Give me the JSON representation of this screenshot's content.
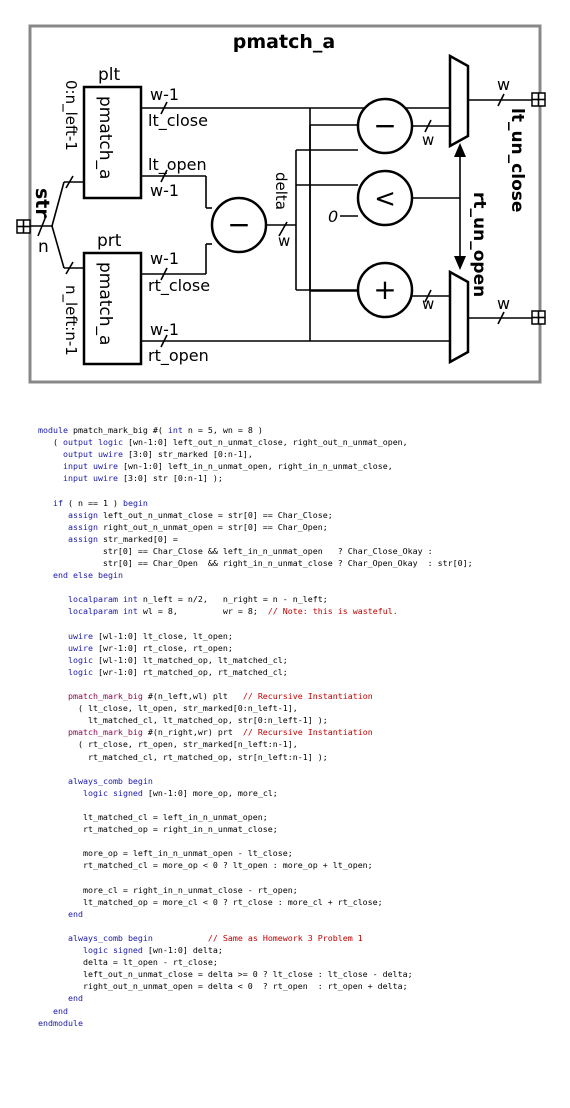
{
  "diagram": {
    "title": "pmatch_a",
    "left_port": "str",
    "left_port_width": "n",
    "plt_label": "plt",
    "prt_label": "prt",
    "submodule_top": "pmatch_a",
    "submodule_bottom": "pmatch_a",
    "slice_top": "0:n_left-1",
    "slice_bottom": "n_left:n-1",
    "lt_close": "lt_close",
    "lt_open": "lt_open",
    "rt_close": "rt_close",
    "rt_open": "rt_open",
    "w_minus_1": "w-1",
    "w": "w",
    "delta": "delta",
    "zero": "0",
    "op_minus": "−",
    "op_lt": "<",
    "op_plus": "+",
    "out_top": "lt_un_close",
    "out_bottom": "rt_un_open"
  },
  "code_lines": [
    "module pmatch_mark_big #( int n = 5, wn = 8 )",
    "   ( output logic [wn-1:0] left_out_n_unmat_close, right_out_n_unmat_open,",
    "     output uwire [3:0] str_marked [0:n-1],",
    "     input uwire [wn-1:0] left_in_n_unmat_open, right_in_n_unmat_close,",
    "     input uwire [3:0] str [0:n-1] );",
    "",
    "   if ( n == 1 ) begin",
    "      assign left_out_n_unmat_close = str[0] == Char_Close;",
    "      assign right_out_n_unmat_open = str[0] == Char_Open;",
    "      assign str_marked[0] =",
    "             str[0] == Char_Close && left_in_n_unmat_open   ? Char_Close_Okay :",
    "             str[0] == Char_Open  && right_in_n_unmat_close ? Char_Open_Okay  : str[0];",
    "   end else begin",
    "",
    "      localparam int n_left = n/2,   n_right = n - n_left;",
    "      localparam int wl = 8,         wr = 8;  // Note: this is wasteful.",
    "",
    "      uwire [wl-1:0] lt_close, lt_open;",
    "      uwire [wr-1:0] rt_close, rt_open;",
    "      logic [wl-1:0] lt_matched_op, lt_matched_cl;",
    "      logic [wr-1:0] rt_matched_op, rt_matched_cl;",
    "",
    "      pmatch_mark_big #(n_left,wl) plt   // Recursive Instantiation",
    "        ( lt_close, lt_open, str_marked[0:n_left-1],",
    "          lt_matched_cl, lt_matched_op, str[0:n_left-1] );",
    "      pmatch_mark_big #(n_right,wr) prt  // Recursive Instantiation",
    "        ( rt_close, rt_open, str_marked[n_left:n-1],",
    "          rt_matched_cl, rt_matched_op, str[n_left:n-1] );",
    "",
    "      always_comb begin",
    "         logic signed [wn-1:0] more_op, more_cl;",
    "",
    "         lt_matched_cl = left_in_n_unmat_open;",
    "         rt_matched_op = right_in_n_unmat_close;",
    "",
    "         more_op = left_in_n_unmat_open - lt_close;",
    "         rt_matched_cl = more_op < 0 ? lt_open : more_op + lt_open;",
    "",
    "         more_cl = right_in_n_unmat_close - rt_open;",
    "         lt_matched_op = more_cl < 0 ? rt_close : more_cl + rt_close;",
    "      end",
    "",
    "      always_comb begin           // Same as Homework 3 Problem 1",
    "         logic signed [wn-1:0] delta;",
    "         delta = lt_open - rt_close;",
    "         left_out_n_unmat_close = delta >= 0 ? lt_close : lt_close - delta;",
    "         right_out_n_unmat_open = delta < 0  ? rt_open  : rt_open + delta;",
    "      end",
    "   end",
    "endmodule"
  ],
  "colors": {
    "keyword": "#1a1aa6",
    "identifier": "#a05a00",
    "comment": "#c00000",
    "instance": "#8b0a50",
    "frame": "#888888"
  }
}
